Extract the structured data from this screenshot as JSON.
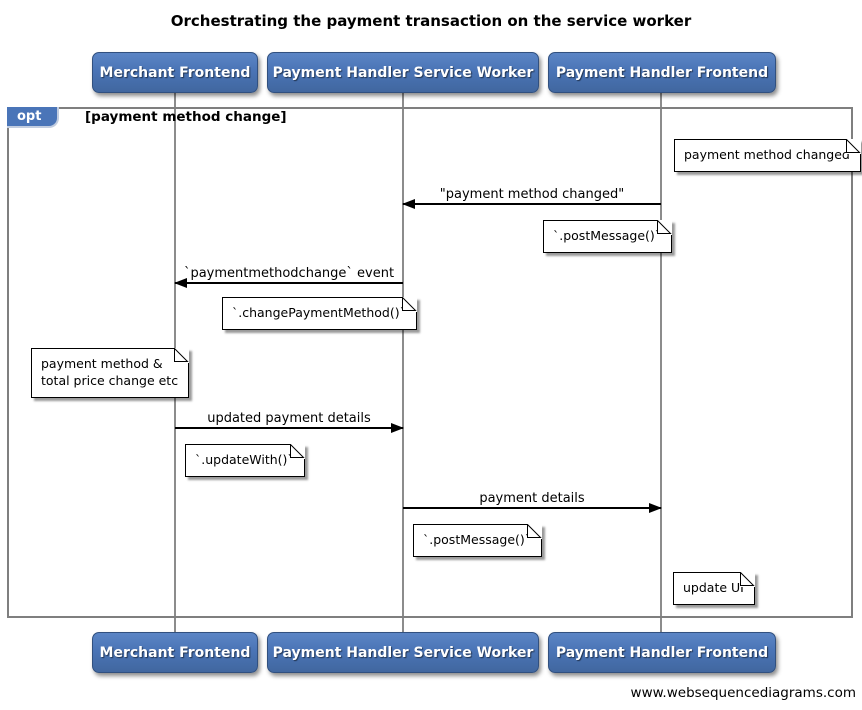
{
  "title": "Orchestrating the payment transaction on the service worker",
  "actors": [
    {
      "label": "Merchant Frontend"
    },
    {
      "label": "Payment Handler Service Worker"
    },
    {
      "label": "Payment Handler Frontend"
    }
  ],
  "fragment": {
    "operator": "opt",
    "guard": "[payment method change]"
  },
  "messages": [
    {
      "label": "\"payment method changed\"",
      "from": "Payment Handler Frontend",
      "to": "Payment Handler Service Worker"
    },
    {
      "label": "`paymentmethodchange` event",
      "from": "Payment Handler Service Worker",
      "to": "Merchant Frontend"
    },
    {
      "label": "updated payment details",
      "from": "Merchant Frontend",
      "to": "Payment Handler Service Worker"
    },
    {
      "label": "payment details",
      "from": "Payment Handler Service Worker",
      "to": "Payment Handler Frontend"
    }
  ],
  "notes": [
    {
      "text": "payment method changed"
    },
    {
      "text": "`.postMessage()`"
    },
    {
      "text": "`.changePaymentMethod()`"
    },
    {
      "text": "payment method &\ntotal price change etc"
    },
    {
      "text": "`.updateWith()`"
    },
    {
      "text": "`.postMessage()`"
    },
    {
      "text": "update UI"
    }
  ],
  "footer": "www.websequencediagrams.com",
  "colors": {
    "actor_fill_top": "#5b85c5",
    "actor_fill_bottom": "#41679f",
    "actor_border": "#31507f",
    "actor_text": "#ffffff",
    "frame_border": "#7f7f7f",
    "fragment_tab_fill": "#4a75b8",
    "lifeline": "#8c8c8c",
    "note_fill": "#ffffff",
    "note_border": "#000000",
    "message_line": "#000000",
    "background": "#ffffff"
  }
}
